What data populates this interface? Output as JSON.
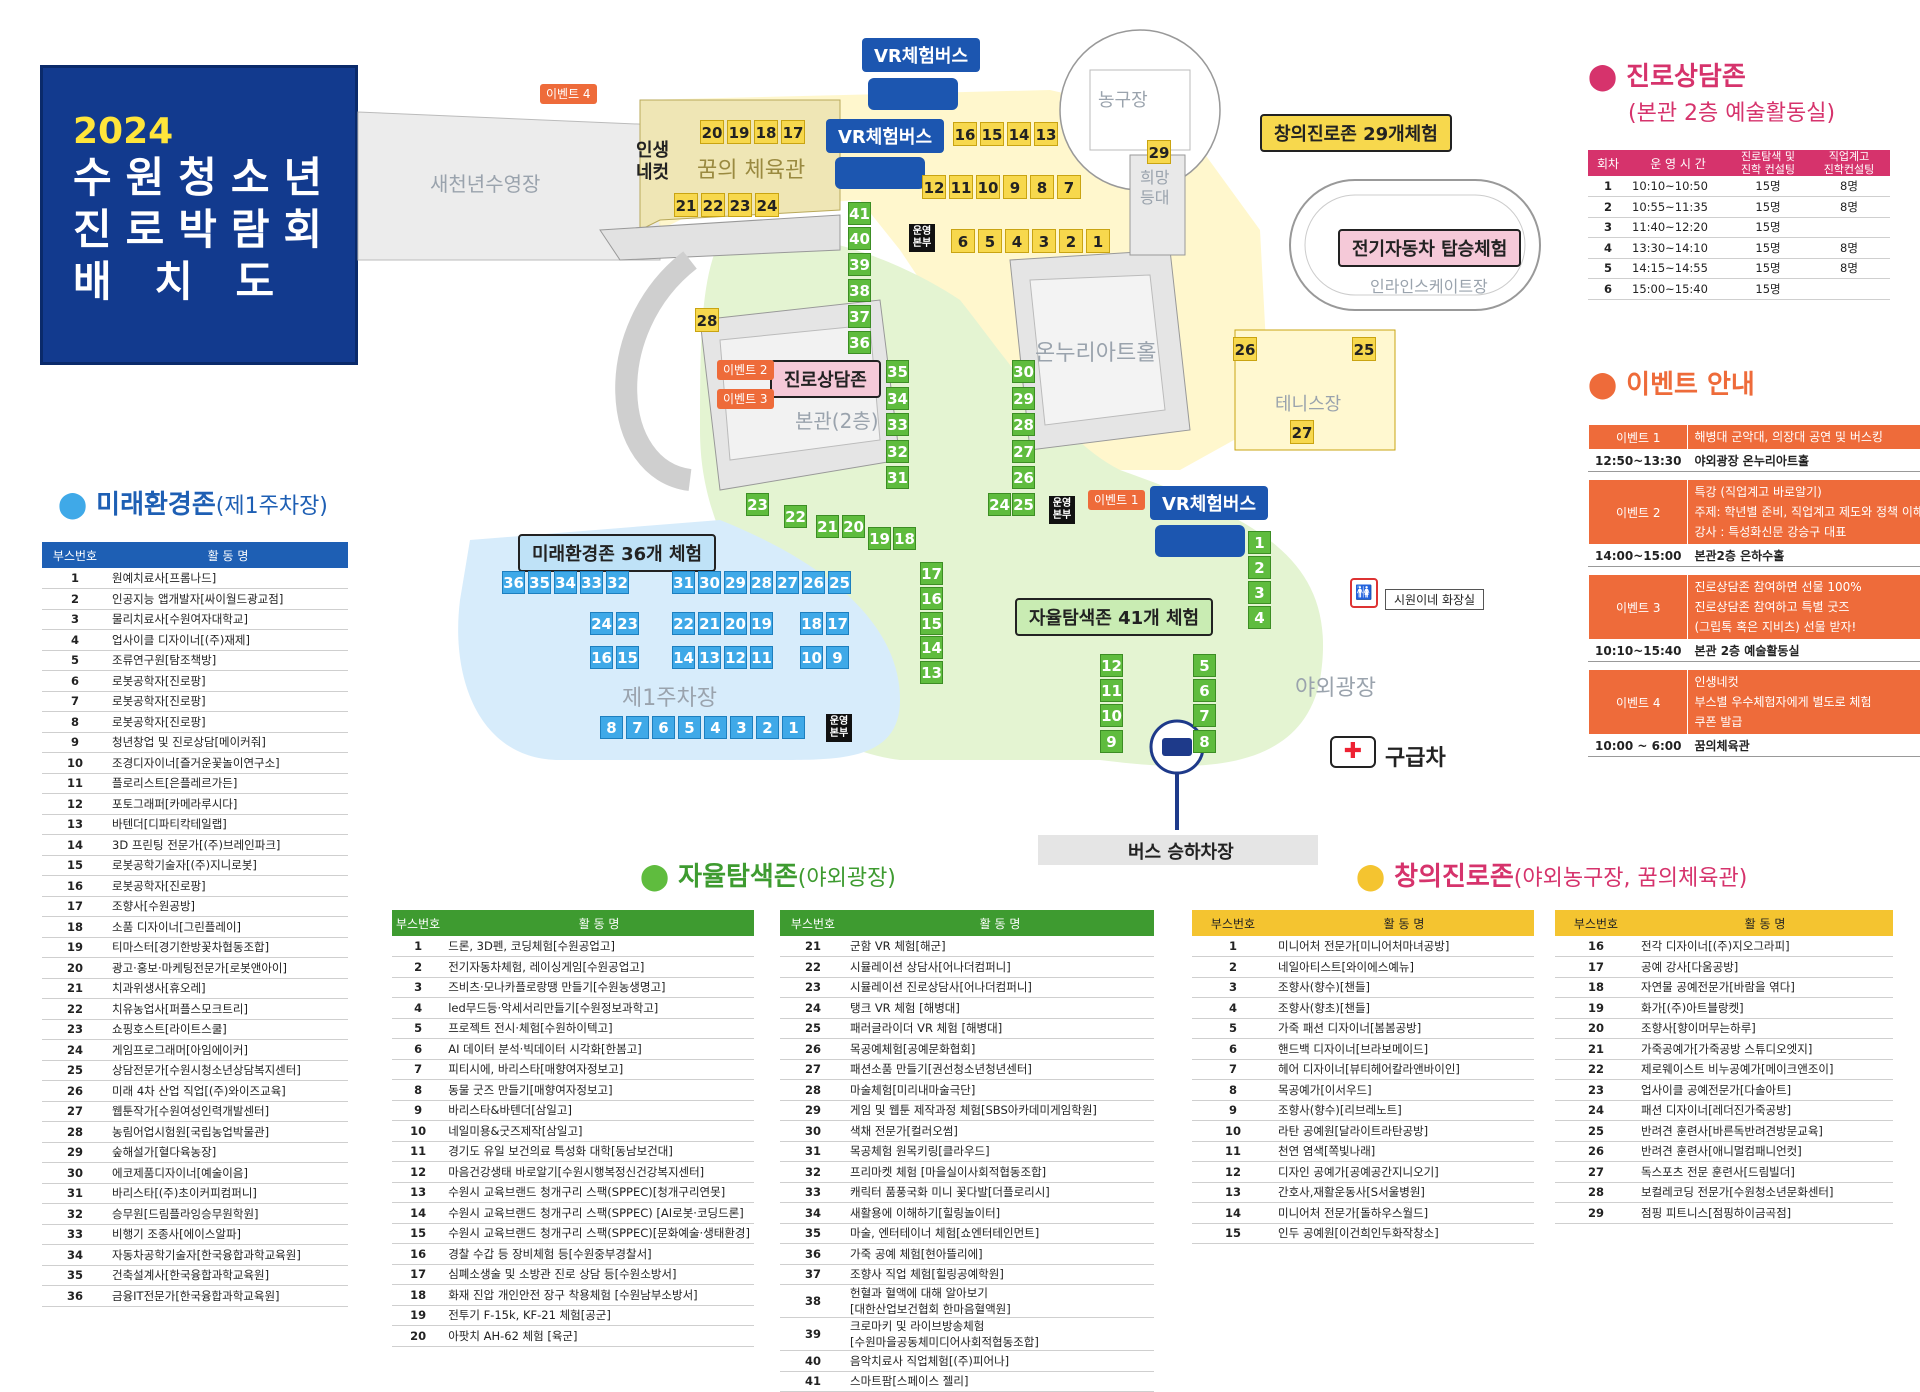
{
  "title": {
    "year": "2024",
    "lines": [
      "수원청소년",
      "진로박람회",
      "배 치 도"
    ]
  },
  "places": {
    "pool": "새천년수영장",
    "dream_gym": "꿈의 체육관",
    "life_net": "인생\n네컷",
    "basketball": "농구장",
    "hope_tower": "희망\n등대",
    "onnuri": "온누리아트홀",
    "inline": "인라인스케이트장",
    "tennis": "테니스장",
    "main_hall": "본관(2층)",
    "parking1": "제1주차장",
    "plaza": "야외광장",
    "restroom_note": "시원이네 화장실",
    "ambulance": "구급차",
    "bus_stop": "버스 승하차장"
  },
  "zone_labels": {
    "vr_bus": "VR체험버스",
    "creative": "창의진로존 29개체험",
    "ev": "전기자동차 탑승체험",
    "counsel": "진로상담존",
    "future": "미래환경존 36개 체험",
    "explore": "자율탐색존 41개 체험"
  },
  "ops_label": "운영\n본부",
  "events_on_map": [
    "이벤트 4",
    "이벤트 2",
    "이벤트 3",
    "이벤트 1"
  ],
  "map_booths": {
    "yellow": [
      "20",
      "19",
      "18",
      "17",
      "21",
      "22",
      "23",
      "24",
      "16",
      "15",
      "14",
      "13",
      "12",
      "11",
      "10",
      "9",
      "8",
      "7",
      "6",
      "5",
      "4",
      "3",
      "2",
      "1",
      "28",
      "29",
      "26",
      "25",
      "27"
    ],
    "green": [
      "41",
      "40",
      "39",
      "38",
      "37",
      "36",
      "35",
      "34",
      "33",
      "32",
      "31",
      "30",
      "29",
      "28",
      "27",
      "26",
      "25",
      "24",
      "23",
      "22",
      "21",
      "20",
      "19",
      "18",
      "17",
      "16",
      "15",
      "14",
      "13",
      "1",
      "2",
      "3",
      "4",
      "12",
      "11",
      "10",
      "9",
      "5",
      "6",
      "7",
      "8"
    ],
    "blue": [
      "36",
      "35",
      "34",
      "33",
      "32",
      "31",
      "30",
      "29",
      "28",
      "27",
      "26",
      "25",
      "24",
      "23",
      "22",
      "21",
      "20",
      "19",
      "18",
      "17",
      "16",
      "15",
      "14",
      "13",
      "12",
      "11",
      "10",
      "9",
      "8",
      "7",
      "6",
      "5",
      "4",
      "3",
      "2",
      "1"
    ]
  },
  "future_zone": {
    "heading": "미래환경존",
    "sub": "(제1주차장)",
    "columns": [
      "부스번호",
      "활 동 명"
    ],
    "rows": [
      [
        "1",
        "원예치료사[프롬나드]"
      ],
      [
        "2",
        "인공지능 앱개발자[싸이월드광교점]"
      ],
      [
        "3",
        "물리치료사[수원여자대학교]"
      ],
      [
        "4",
        "업사이클 디자이너[(주)재제]"
      ],
      [
        "5",
        "조류연구원[탐조책방]"
      ],
      [
        "6",
        "로봇공학자[진로팡]"
      ],
      [
        "7",
        "로봇공학자[진로팡]"
      ],
      [
        "8",
        "로봇공학자[진로팡]"
      ],
      [
        "9",
        "청년창업 및 진로상담[메이커줘]"
      ],
      [
        "10",
        "조경디자이너[즐거운꽃놀이연구소]"
      ],
      [
        "11",
        "플로리스트[은플레르가든]"
      ],
      [
        "12",
        "포토그래퍼[카메라루시다]"
      ],
      [
        "13",
        "바텐더[디파티칵테일랩]"
      ],
      [
        "14",
        "3D 프린팅 전문가[(주)브레인파크]"
      ],
      [
        "15",
        "로봇공학기술자[(주)지니로봇]"
      ],
      [
        "16",
        "로봇공학자[진로팡]"
      ],
      [
        "17",
        "조향사[수원공방]"
      ],
      [
        "18",
        "소품 디자이너[그린플레이]"
      ],
      [
        "19",
        "티마스터[경기한방꽃차협동조합]"
      ],
      [
        "20",
        "광고·홍보·마케팅전문가[로봇앤아이]"
      ],
      [
        "21",
        "치과위생사[휴오레]"
      ],
      [
        "22",
        "치유농업사[퍼플스모크트리]"
      ],
      [
        "23",
        "쇼핑호스트[라이트스쿨]"
      ],
      [
        "24",
        "게임프로그래머[아임에이커]"
      ],
      [
        "25",
        "상담전문가[수원시청소년상담복지센터]"
      ],
      [
        "26",
        "미래 4차 산업 직업[(주)와이즈교육]"
      ],
      [
        "27",
        "웹툰작가[수원여성인력개발센터]"
      ],
      [
        "28",
        "농림어업시험원[국립농업박물관]"
      ],
      [
        "29",
        "숲해설가[혈다육농장]"
      ],
      [
        "30",
        "에코제품디자이너[예술이음]"
      ],
      [
        "31",
        "바리스타[(주)초이커피컴퍼니]"
      ],
      [
        "32",
        "승무원[드림플라잉승무원학원]"
      ],
      [
        "33",
        "비행기 조종사[에이스알파]"
      ],
      [
        "34",
        "자동차공학기술자[한국융합과학교육원]"
      ],
      [
        "35",
        "건축설계사[한국융합과학교육원]"
      ],
      [
        "36",
        "금융IT전문가[한국융합과학교육원]"
      ]
    ]
  },
  "explore_zone": {
    "heading": "자율탐색존",
    "sub": "(야외광장)",
    "columns": [
      "부스번호",
      "활 동 명"
    ],
    "rows_a": [
      [
        "1",
        "드론, 3D펜, 코딩체험[수원공업고]"
      ],
      [
        "2",
        "전기자동차체험, 레이싱게임[수원공업고]"
      ],
      [
        "3",
        "즈비츠·모나카플로랑땡 만들기[수원농생명고]"
      ],
      [
        "4",
        "led무드등·악세서리만들기[수원정보과학고]"
      ],
      [
        "5",
        "프로젝트 전시·체험[수원하이텍고]"
      ],
      [
        "6",
        "AI 데이터 분석·빅데이터 시각화[한봄고]"
      ],
      [
        "7",
        "피티시에, 바리스타[매향여자정보고]"
      ],
      [
        "8",
        "동물 굿즈 만들기[매향여자정보고]"
      ],
      [
        "9",
        "바리스타&바텐더[삼일고]"
      ],
      [
        "10",
        "네일미용&굿즈제작[삼일고]"
      ],
      [
        "11",
        "경기도 유일 보건의료 특성화 대학[동남보건대]"
      ],
      [
        "12",
        "마음건강생태 바로알기[수원시행복정신건강복지센터]"
      ],
      [
        "13",
        "수원시 교육브랜드 청개구리 스팩(SPPEC)[청개구리연못]"
      ],
      [
        "14",
        "수원시 교육브랜드 청개구리 스팩(SPPEC) [AI로봇·코딩드론]"
      ],
      [
        "15",
        "수원시 교육브랜드 청개구리 스팩(SPPEC)[문화예술·생태환경]"
      ],
      [
        "16",
        "경찰 수갑 등 장비체험 등[수원중부경찰서]"
      ],
      [
        "17",
        "심폐소생술 및 소방관 진로 상담 등[수원소방서]"
      ],
      [
        "18",
        "화재 진압 개인안전 장구 착용체험 [수원남부소방서]"
      ],
      [
        "19",
        "전투기 F-15k, KF-21 체험[공군]"
      ],
      [
        "20",
        "아팟치 AH-62 체험 [육군]"
      ]
    ],
    "rows_b": [
      [
        "21",
        "군함 VR 체험[해군]"
      ],
      [
        "22",
        "시뮬레이션 상담사[어나더컴퍼니]"
      ],
      [
        "23",
        "시뮬레이션 진로상담사[어나더컴퍼니]"
      ],
      [
        "24",
        "탱크 VR 체험 [해병대]"
      ],
      [
        "25",
        "패러글라이더 VR 체험 [해병대]"
      ],
      [
        "26",
        "목공예체험[공예문화협회]"
      ],
      [
        "27",
        "패션소품 만들기[권선청소년청년센터]"
      ],
      [
        "28",
        "마술체험[미리내마술극단]"
      ],
      [
        "29",
        "게임 및 웹툰 제작과정 체험[SBS아카데미게임학원]"
      ],
      [
        "30",
        "색채 전문가[컬러오썸]"
      ],
      [
        "31",
        "목공체험 원목키링[클라우드]"
      ],
      [
        "32",
        "프리마켓 체험 [마을실이사회적협동조합]"
      ],
      [
        "33",
        "캐릭터 품풍국화 미니 꽃다발[더플로리시]"
      ],
      [
        "34",
        "새활용에 이해하기[힐링놀이터]"
      ],
      [
        "35",
        "마술, 엔터테이너 체험[쇼엔터테인먼트]"
      ],
      [
        "36",
        "가죽 공예 체험[현아뜰리에]"
      ],
      [
        "37",
        "조향사 직업 체험[힐링공예학원]"
      ],
      [
        "38",
        "헌혈과 혈액에 대해 알아보기\n[대한산업보건협회 한마음혈액원]"
      ],
      [
        "39",
        "크로마키 및 라이브방송체험\n[수원마을공동체미디어사회적협동조합]"
      ],
      [
        "40",
        "음악치료사 직업체험[(주)피어나]"
      ],
      [
        "41",
        "스마트팜[스페이스 젤리]"
      ]
    ]
  },
  "creative_zone": {
    "heading": "창의진로존",
    "sub": "(야외농구장, 꿈의체육관)",
    "columns": [
      "부스번호",
      "활 동 명"
    ],
    "rows_a": [
      [
        "1",
        "미니어처 전문가[미니어처마녀공방]"
      ],
      [
        "2",
        "네일아티스트[와이에스예뉴]"
      ],
      [
        "3",
        "조향사(향수)[챈들]"
      ],
      [
        "4",
        "조향사(향초)[챈들]"
      ],
      [
        "5",
        "가죽 패션 디자이너[봄봄공방]"
      ],
      [
        "6",
        "핸드백 디자이너[브라보메이드]"
      ],
      [
        "7",
        "헤어 디자이너[뷰티헤어칼라앤바이인]"
      ],
      [
        "8",
        "목공예가[이서우드]"
      ],
      [
        "9",
        "조향사(향수)[리브레노트]"
      ],
      [
        "10",
        "라탄 공예원[달라이트라탄공방]"
      ],
      [
        "11",
        "천연 염색[쪽빛나래]"
      ],
      [
        "12",
        "디자인 공예가[공예공간지니오기]"
      ],
      [
        "13",
        "간호사,재활운동사[S서울병원]"
      ],
      [
        "14",
        "미니어처 전문가[돌하우스월드]"
      ],
      [
        "15",
        "인두 공예원[이건희인두화작창소]"
      ]
    ],
    "rows_b": [
      [
        "16",
        "전각 디자이너[(주)지오그라피]"
      ],
      [
        "17",
        "공예 강사[다움공방]"
      ],
      [
        "18",
        "자연물 공예전문가[바람을 엮다]"
      ],
      [
        "19",
        "화가[(주)아트블랑켓]"
      ],
      [
        "20",
        "조향사[향이머무는하루]"
      ],
      [
        "21",
        "가죽공예가[가죽공방 스튜디오엣지]"
      ],
      [
        "22",
        "제로웨이스트 비누공예가[메이크앤조이]"
      ],
      [
        "23",
        "업사이클 공예전문가[다솔아트]"
      ],
      [
        "24",
        "패션 디자이너[레더진가죽공방]"
      ],
      [
        "25",
        "반려견 훈련사[바른독반려견방문교육]"
      ],
      [
        "26",
        "반려견 훈련사[애니멀컴패니언컷]"
      ],
      [
        "27",
        "독스포츠 전문 훈련사[드림빌더]"
      ],
      [
        "28",
        "보컬레코딩 전문가[수원청소년문화센터]"
      ],
      [
        "29",
        "점핑 피트니스[점핑하이금곡점]"
      ]
    ]
  },
  "counsel_zone": {
    "heading": "진로상담존",
    "sub": "(본관 2층 예술활동실)",
    "columns": [
      "회차",
      "운 영 시 간",
      "진로탐색 및\n진학 컨설팅",
      "직업계고\n진학컨설팅"
    ],
    "rows": [
      [
        "1",
        "10:10~10:50",
        "15명",
        "8명"
      ],
      [
        "2",
        "10:55~11:35",
        "15명",
        "8명"
      ],
      [
        "3",
        "11:40~12:20",
        "15명",
        ""
      ],
      [
        "4",
        "13:30~14:10",
        "15명",
        "8명"
      ],
      [
        "5",
        "14:15~14:55",
        "15명",
        "8명"
      ],
      [
        "6",
        "15:00~15:40",
        "15명",
        ""
      ]
    ]
  },
  "events": {
    "heading": "이벤트 안내",
    "items": [
      {
        "name": "이벤트 1",
        "desc": "해병대 군악대, 의장대 공연 및 버스킹",
        "time": "12:50~13:30",
        "place": "야외광장 온누리아트홀"
      },
      {
        "name": "이벤트 2",
        "desc": "특강 (직업계고 바로알기)\n주제: 학년별 준비, 직업계고 제도와 정책 이해\n강사 : 특성화신문 강승구 대표",
        "time": "14:00~15:00",
        "place": "본관2층 은하수홀"
      },
      {
        "name": "이벤트 3",
        "desc": "진로상담존 참여하면 선물 100%\n진로상담존 참여하고 특별 굿즈\n(그립톡 혹은 지비츠) 선물 받자!",
        "time": "10:10~15:40",
        "place": "본관 2층 예술활동실"
      },
      {
        "name": "이벤트 4",
        "desc": "인생네컷\n부스별 우수체험자에게 별도로 체험\n쿠폰 발급",
        "time": "10:00 ~ 6:00",
        "place": "꿈의체육관"
      }
    ]
  },
  "colors": {
    "navy": "#123a8e",
    "yellow": "#f7d84d",
    "green": "#5fbc3e",
    "blue": "#3fa9e8",
    "orange": "#ee6b3a",
    "pink": "#d6336c"
  }
}
